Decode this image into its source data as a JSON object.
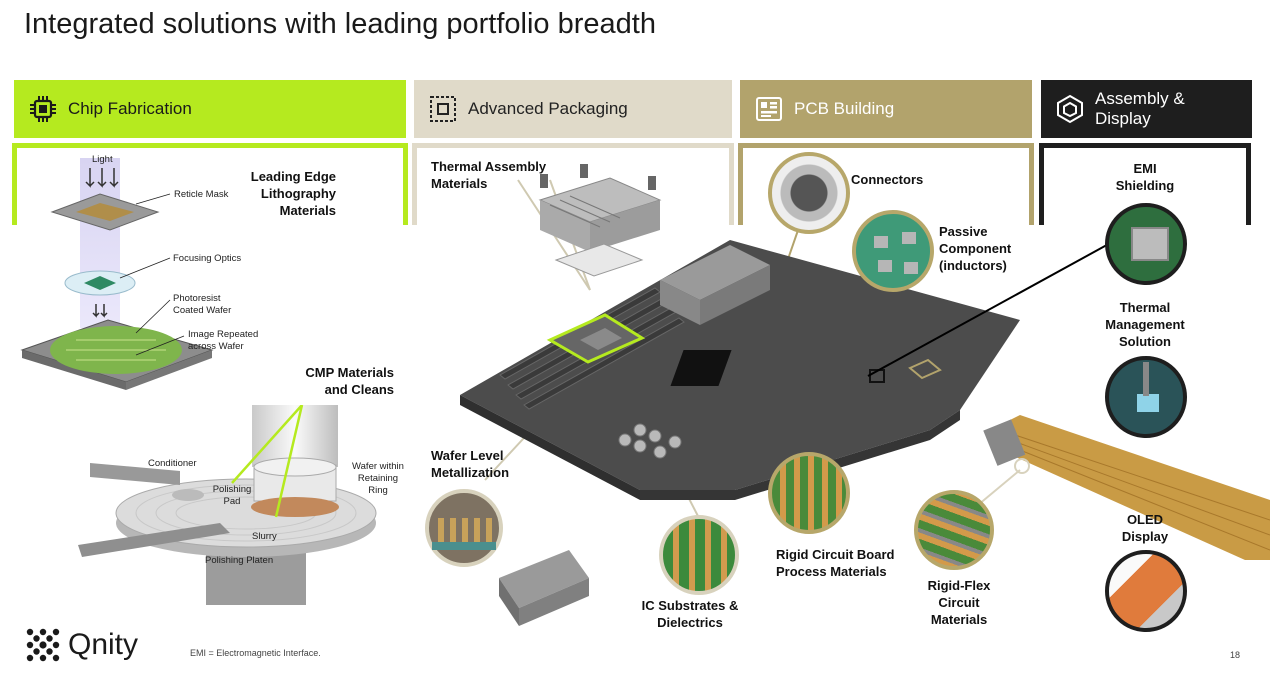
{
  "page": {
    "title": "Integrated solutions with leading portfolio breadth",
    "page_number": "18"
  },
  "colors": {
    "chip": "#b5ea1f",
    "packaging": "#e0dac9",
    "pcb": "#b2a36c",
    "assembly": "#1e1e1e"
  },
  "sections": [
    {
      "label": "Chip Fabrication",
      "icon": "chip-icon"
    },
    {
      "label": "Advanced Packaging",
      "icon": "packaging-icon"
    },
    {
      "label": "PCB Building",
      "icon": "pcb-icon"
    },
    {
      "label": "Assembly & Display",
      "icon": "assembly-icon"
    }
  ],
  "labels": {
    "litho": "Leading Edge Lithography Materials",
    "cmp": "CMP Materials and Cleans",
    "thermal_assembly": "Thermal Assembly Materials",
    "wafer_level": "Wafer Level Metallization",
    "ic_substrates": "IC Substrates & Dielectrics",
    "connectors": "Connectors",
    "passive": "Passive Component (inductors)",
    "rigid_board": "Rigid Circuit Board Process Materials",
    "rigid_flex": "Rigid-Flex Circuit Materials",
    "emi": "EMI Shielding",
    "thermal_mgmt": "Thermal Management Solution",
    "oled": "OLED Display"
  },
  "litho_diagram": {
    "light": "Light",
    "reticle": "Reticle Mask",
    "optics": "Focusing Optics",
    "photoresist": "Photoresist Coated Wafer",
    "image": "Image Repeated across Wafer"
  },
  "cmp_diagram": {
    "conditioner": "Conditioner",
    "pad": "Polishing Pad",
    "wafer": "Wafer within Retaining Ring",
    "slurry": "Slurry",
    "platen": "Polishing Platen"
  },
  "footer": {
    "logo": "Qnity",
    "note": "EMI = Electromagnetic Interface."
  }
}
